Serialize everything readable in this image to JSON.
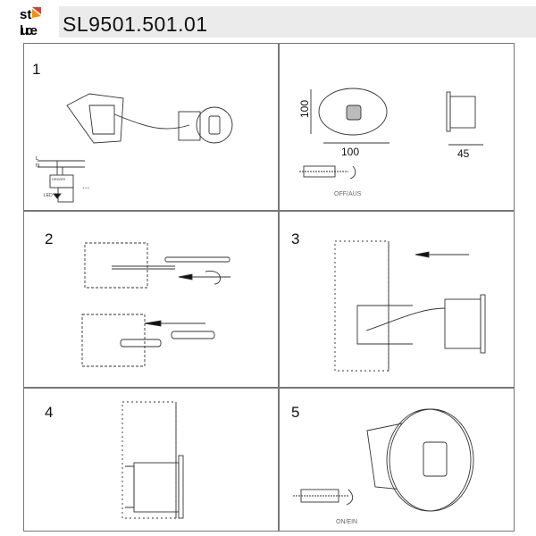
{
  "header": {
    "brand": "st luce",
    "title": "SL9501.501.01",
    "brand_colors": {
      "red": "#e53b2a",
      "orange": "#f39200"
    }
  },
  "steps": [
    {
      "number": "1",
      "wiring": {
        "line": "L",
        "neutral": "N",
        "driver": "DRIVER",
        "led": "LED",
        "more": "..."
      }
    },
    {
      "number": "2"
    },
    {
      "number": "3"
    },
    {
      "number": "4"
    },
    {
      "number": "5"
    }
  ],
  "dimensions": {
    "height": "100",
    "width": "100",
    "depth": "45",
    "switch_off": "OFF/AUS",
    "switch_on": "ON/EIN"
  }
}
